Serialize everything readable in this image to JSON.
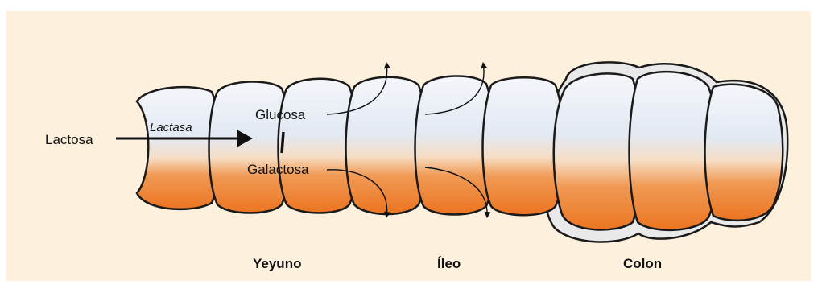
{
  "diagram": {
    "labels": {
      "substrate": "Lactosa",
      "enzyme": "Lactasa",
      "product_1": "Glucosa",
      "product_2": "Galactosa"
    },
    "regions": {
      "jejunum": "Yeyuno",
      "ileum": "Íleo",
      "colon": "Colon"
    },
    "colors": {
      "background": "#fdf0dc",
      "tissue_top": "#f2f4f8",
      "tissue_bottom": "#ee7e2a",
      "outline": "#1a1a1a",
      "colon_wall": "#e6e6e6"
    }
  }
}
